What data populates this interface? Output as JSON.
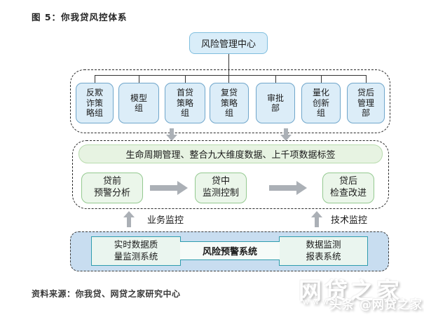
{
  "title": "图 5：你我贷风控体系",
  "org": {
    "root": "风险管理中心",
    "departments": [
      "反欺\n诈策\n略组",
      "模型\n组",
      "首贷\n策略\n组",
      "复贷\n策略\n组",
      "审批\n部",
      "量化\n创新\n组",
      "贷后\n管理\n部"
    ]
  },
  "lifecycle": {
    "banner": "生命周期管理、整合九大维度数据、上千项数据标签",
    "stages": [
      "贷前\n预警分析",
      "贷中\n监测控制",
      "贷后\n检查改进"
    ]
  },
  "monitoring": {
    "left_label": "业务监控",
    "right_label": "技术监控"
  },
  "systems": {
    "left": "实时数据质\n量监测系统",
    "center": "风险预警系统",
    "right": "数据监测\n报表系统"
  },
  "source": "资料来源：你我贷、网贷之家研究中心",
  "watermark": {
    "main": "网贷之家",
    "www": "www",
    "sub": "头条 @网贷之家"
  },
  "colors": {
    "blue_box_fill": "#dcedf8",
    "blue_box_border": "#6fa6cb",
    "root_box_border": "#7fbede",
    "green_fill": "#e7f3e2",
    "green_border": "#94c990",
    "teal_border": "#2f9dae",
    "mint_fill": "#eaf5ef",
    "container_blue": "#c8ddf0",
    "arrow_gray": "#abb0b6"
  }
}
